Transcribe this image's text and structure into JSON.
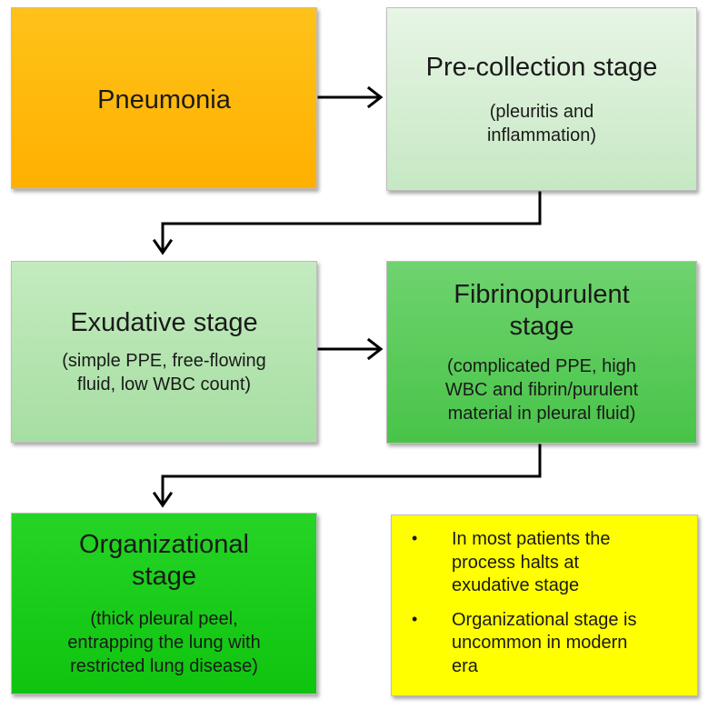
{
  "diagram": {
    "pneumonia": {
      "title": "Pneumonia"
    },
    "precollection": {
      "title": "Pre-collection stage",
      "sub_line1": "(pleuritis and",
      "sub_line2": "inflammation)"
    },
    "exudative": {
      "title": "Exudative stage",
      "sub_line1": "(simple PPE, free-flowing",
      "sub_line2": "fluid, low WBC count)"
    },
    "fibrinopurulent": {
      "title_line1": "Fibrinopurulent",
      "title_line2": "stage",
      "sub_line1": "(complicated PPE, high",
      "sub_line2": "WBC and fibrin/purulent",
      "sub_line3": "material in pleural fluid)"
    },
    "organizational": {
      "title_line1": "Organizational",
      "title_line2": "stage",
      "sub_line1": "(thick pleural peel,",
      "sub_line2": "entrapping the lung with",
      "sub_line3": "restricted lung disease)"
    },
    "notes": [
      {
        "line1": "In most patients the",
        "line2": "process halts at",
        "line3": "exudative stage"
      },
      {
        "line1": "Organizational stage is",
        "line2": "uncommon in modern",
        "line3": "era"
      }
    ],
    "bullet_char": "•"
  },
  "colors": {
    "pneumonia": "#ffb800",
    "precollection": "#d6eed3",
    "exudative": "#b3e3ae",
    "fibrinopurulent": "#5ccb5c",
    "organizational": "#1acc1a",
    "note": "#ffff00",
    "arrow": "#000000"
  }
}
